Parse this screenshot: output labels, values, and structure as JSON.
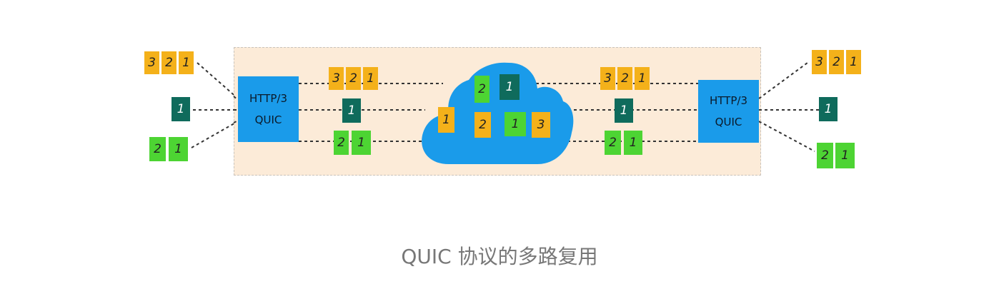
{
  "caption": "QUIC 协议的多路复用",
  "endpoints": {
    "left": {
      "line1": "HTTP/3",
      "line2": "QUIC"
    },
    "right": {
      "line1": "HTTP/3",
      "line2": "QUIC"
    }
  },
  "streams": {
    "yellow": [
      "3",
      "2",
      "1"
    ],
    "dark": [
      "1"
    ],
    "green": [
      "2",
      "1"
    ]
  },
  "cloud_packets": [
    "2",
    "1",
    "1",
    "2",
    "1",
    "3"
  ],
  "colors": {
    "yellow": "#f4b11a",
    "green": "#4dd433",
    "dark": "#0f6b5c",
    "box": "#1a9bea",
    "cloud": "#1a9bea",
    "panel": "#fcebd8"
  }
}
